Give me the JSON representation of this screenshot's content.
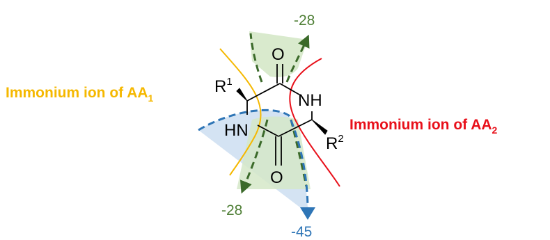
{
  "labels": {
    "left_ion": {
      "text": "Immonium ion of AA",
      "sub": "1",
      "color": "#f5b800"
    },
    "right_ion": {
      "text": "Immonium ion of AA",
      "sub": "2",
      "color": "#e8101a"
    },
    "loss_top": "-28",
    "loss_bottom_left": "-28",
    "loss_bottom_right": "-45"
  },
  "atoms": {
    "o_top": "O",
    "o_bottom": "O",
    "nh_right": "NH",
    "hn_left": "HN",
    "r1": "R",
    "r1_sup": "1",
    "r2": "R",
    "r2_sup": "2"
  },
  "colors": {
    "green_arrow": "#3b6a2a",
    "green_fill": "#d5e8c8",
    "blue_arrow": "#2e75b6",
    "blue_fill": "#cfe0f2",
    "bond": "#000000",
    "loss_green_text": "#4f7f36",
    "loss_blue_text": "#2e75b6"
  }
}
